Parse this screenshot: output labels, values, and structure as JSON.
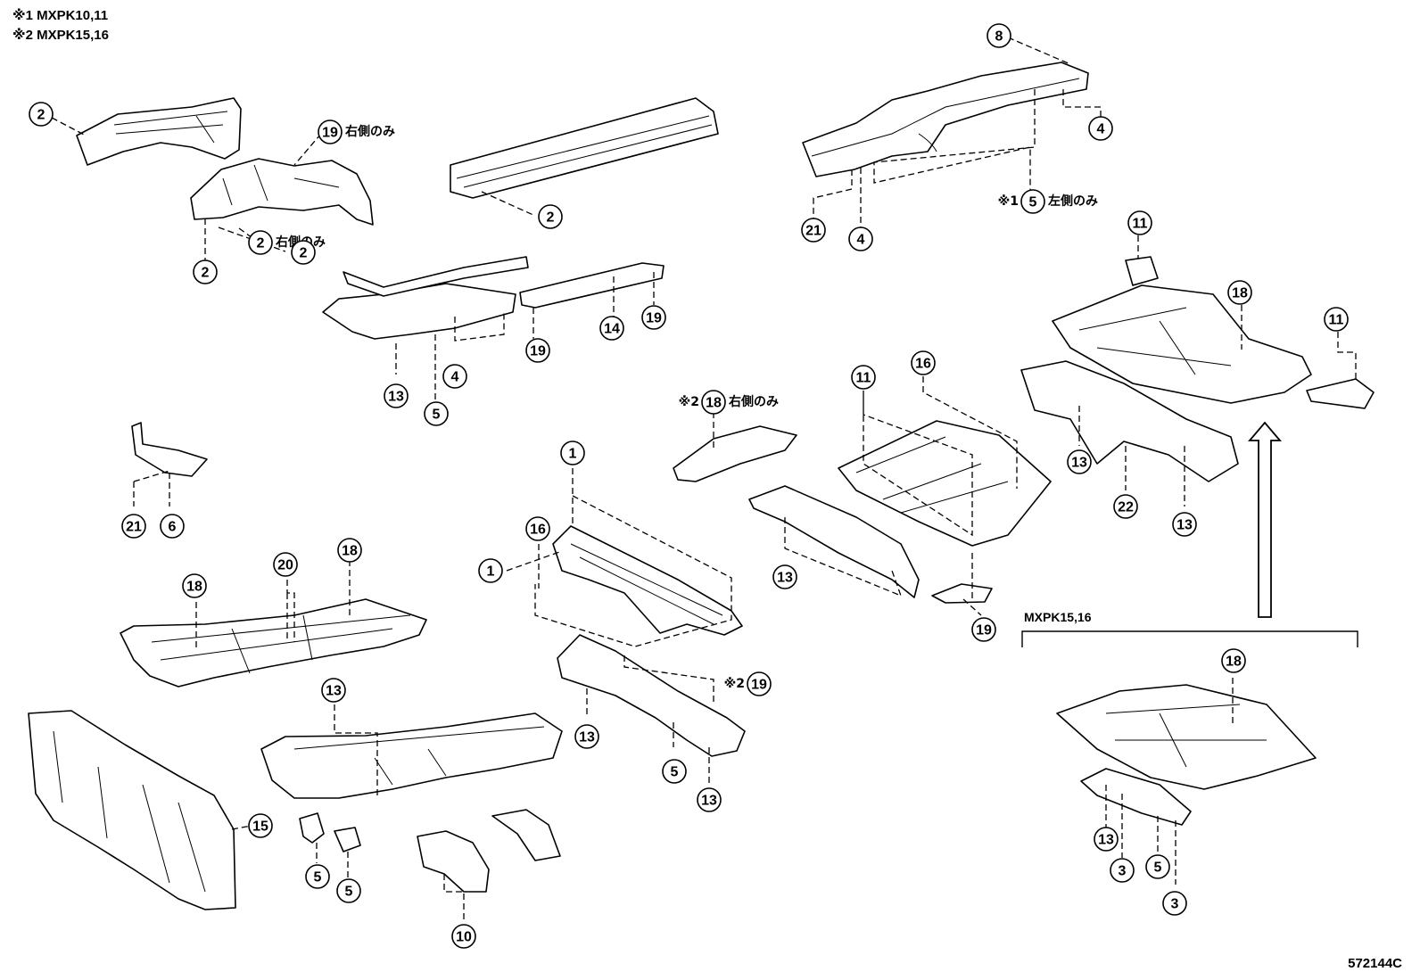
{
  "header": {
    "note_1": "※1 MXPK10,11",
    "note_2": "※2 MXPK15,16"
  },
  "footer": {
    "drawing_code": "572144C"
  },
  "section": {
    "label": "MXPK15,16"
  },
  "callouts": [
    {
      "num": "2"
    },
    {
      "num": "19",
      "suffix": "右側のみ"
    },
    {
      "num": "2"
    },
    {
      "num": "2",
      "suffix": "右側のみ"
    },
    {
      "num": "2"
    },
    {
      "num": "2"
    },
    {
      "num": "8"
    },
    {
      "num": "4"
    },
    {
      "num": "5",
      "prefix": "※1",
      "suffix": "左側のみ"
    },
    {
      "num": "21"
    },
    {
      "num": "4"
    },
    {
      "num": "11"
    },
    {
      "num": "18"
    },
    {
      "num": "11"
    },
    {
      "num": "19"
    },
    {
      "num": "14"
    },
    {
      "num": "19"
    },
    {
      "num": "4"
    },
    {
      "num": "13"
    },
    {
      "num": "5"
    },
    {
      "num": "18",
      "prefix": "※2",
      "suffix": "右側のみ"
    },
    {
      "num": "11"
    },
    {
      "num": "16"
    },
    {
      "num": "13"
    },
    {
      "num": "22"
    },
    {
      "num": "13"
    },
    {
      "num": "21"
    },
    {
      "num": "6"
    },
    {
      "num": "1"
    },
    {
      "num": "16"
    },
    {
      "num": "1"
    },
    {
      "num": "13"
    },
    {
      "num": "19"
    },
    {
      "num": "18"
    },
    {
      "num": "20"
    },
    {
      "num": "18"
    },
    {
      "num": "19",
      "prefix": "※2"
    },
    {
      "num": "13"
    },
    {
      "num": "13"
    },
    {
      "num": "5"
    },
    {
      "num": "13"
    },
    {
      "num": "18"
    },
    {
      "num": "15"
    },
    {
      "num": "5"
    },
    {
      "num": "5"
    },
    {
      "num": "10"
    },
    {
      "num": "13"
    },
    {
      "num": "3"
    },
    {
      "num": "5"
    },
    {
      "num": "3"
    }
  ]
}
